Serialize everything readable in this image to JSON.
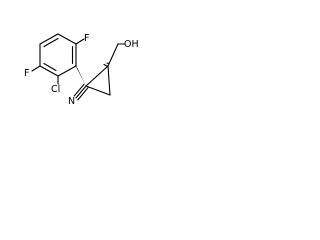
{
  "molecule": {
    "atoms": {
      "f_top": "F",
      "f_left": "F",
      "cl": "Cl",
      "n": "N",
      "oh": "OH"
    }
  },
  "colors": {
    "bond": "#000000",
    "background": "#ffffff"
  }
}
